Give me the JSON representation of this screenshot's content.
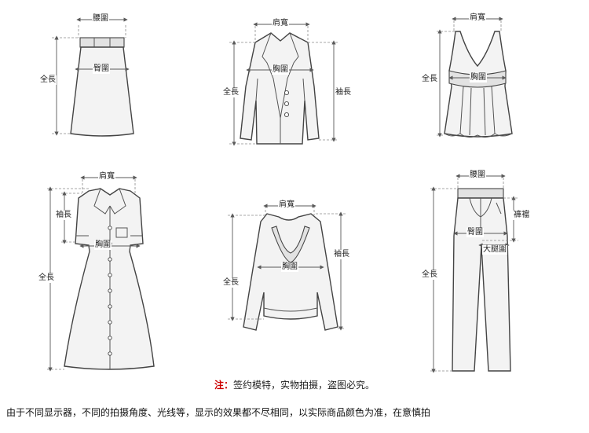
{
  "labels": {
    "skirt": {
      "waist": "腰圍",
      "hip": "臀圍",
      "length": "全長"
    },
    "blazer": {
      "shoulder": "肩寬",
      "chest": "胸圍",
      "length": "全長",
      "sleeve": "袖長"
    },
    "camisole": {
      "shoulder": "肩寬",
      "chest": "胸圍",
      "length": "全長"
    },
    "dress": {
      "shoulder": "肩寬",
      "sleeve": "袖長",
      "chest": "胸圍",
      "length": "全長"
    },
    "sweater": {
      "shoulder": "肩寬",
      "chest": "胸圍",
      "length": "全長",
      "sleeve": "袖長"
    },
    "pants": {
      "waist": "腰圍",
      "rise": "褲襠",
      "hip": "臀圍",
      "thigh": "大腿圍",
      "length": "全長"
    }
  },
  "note": {
    "mark": "注：",
    "text": "签约模特，实物拍摄，盗图必究。"
  },
  "disclaimer": "由于不同显示器，不同的拍摄角度、光线等，显示的效果都不尽相同，以实际商品颜色为准，在意慎拍"
}
